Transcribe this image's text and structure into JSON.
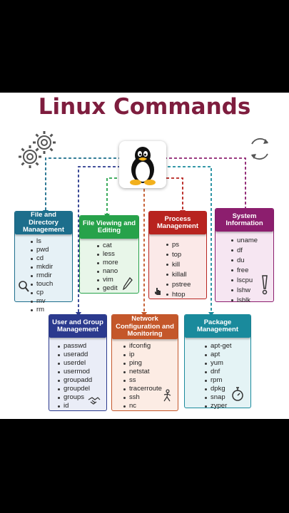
{
  "title": "Linux Commands",
  "colors": {
    "title": "#7e1d3e",
    "file_directory": "#1d6e8c",
    "file_viewing": "#27a24a",
    "process": "#b8231f",
    "system_info": "#8c1e6e",
    "user_group": "#2b3a8e",
    "network": "#c4572a",
    "package": "#1a8a9c"
  },
  "icons": [
    "gears-icon",
    "tux-penguin-icon",
    "refresh-arrows-icon",
    "magnifier-icon",
    "pencil-icon",
    "exclamation-icon",
    "hand-pointer-icon",
    "handshake-icon",
    "person-walking-icon",
    "stopwatch-icon"
  ],
  "cards": {
    "file_directory": {
      "title": "File and Directory Management",
      "commands": [
        "ls",
        "pwd",
        "cd",
        "mkdir",
        "rmdir",
        "touch",
        "cp",
        "mv",
        "rm"
      ]
    },
    "file_viewing": {
      "title": "File Viewing and Editing",
      "commands": [
        "cat",
        "less",
        "more",
        "nano",
        "vim",
        "gedit"
      ]
    },
    "process": {
      "title": "Process Management",
      "commands": [
        "ps",
        "top",
        "kill",
        "killall",
        "pstree",
        "htop"
      ]
    },
    "system_info": {
      "title": "System Information",
      "commands": [
        "uname",
        "df",
        "du",
        "free",
        "lscpu",
        "lshw",
        "lsblk"
      ]
    },
    "user_group": {
      "title": "User and Group Management",
      "commands": [
        "passwd",
        "useradd",
        "userdel",
        "usermod",
        "groupadd",
        "groupdel",
        "groups",
        "id"
      ]
    },
    "network": {
      "title": "Network Configuration and Monitoring",
      "commands": [
        "ifconfig",
        "ip",
        "ping",
        "netstat",
        "ss",
        "tracerroute",
        "ssh",
        "nc"
      ]
    },
    "package": {
      "title": "Package Management",
      "commands": [
        "apt-get",
        "apt",
        "yum",
        "dnf",
        "rpm",
        "dpkg",
        "snap",
        "zyper"
      ]
    }
  }
}
